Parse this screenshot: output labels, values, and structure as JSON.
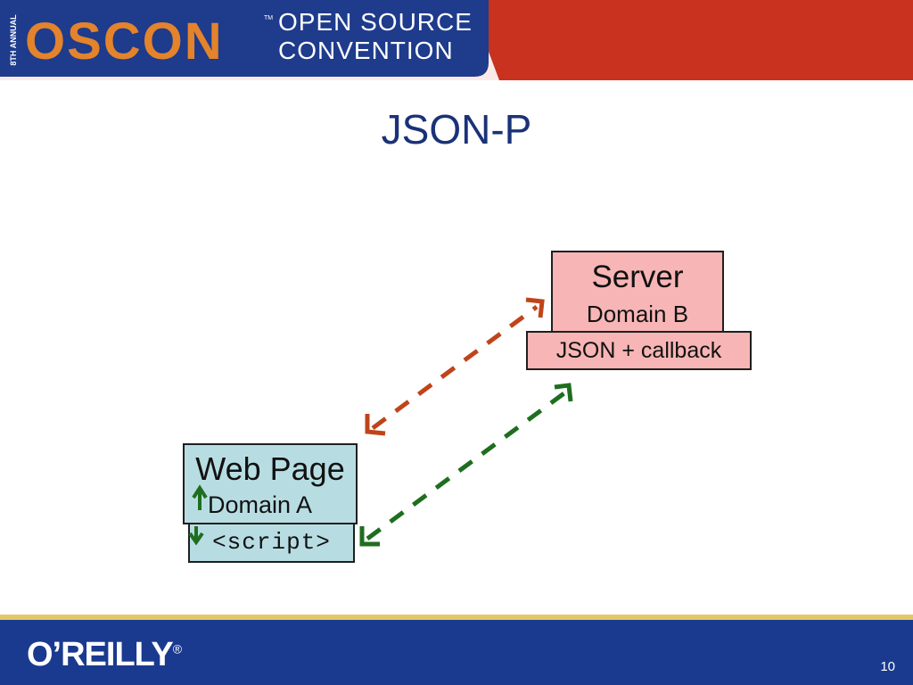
{
  "header": {
    "edition": "8TH ANNUAL",
    "logo": "OSCON",
    "trademark": "TM",
    "tagline_line1": "OPEN SOURCE",
    "tagline_line2": "CONVENTION"
  },
  "slide": {
    "title": "JSON-P"
  },
  "diagram": {
    "server": {
      "title": "Server",
      "subtitle": "Domain B"
    },
    "json_box": {
      "label": "JSON + callback"
    },
    "web_page": {
      "title": "Web Page",
      "subtitle": "Domain A"
    },
    "script_box": {
      "label": "<script>"
    }
  },
  "footer": {
    "publisher": "O’REILLY",
    "registered": "®",
    "page_number": "10"
  },
  "colors": {
    "banner_blue": "#1e3b8c",
    "banner_red": "#c8321e",
    "logo_orange": "#e3832b",
    "title_blue": "#1a3278",
    "server_fill": "#f8b5b5",
    "page_fill": "#b7dde3",
    "arrow_red": "#c0441a",
    "arrow_green": "#1f6e1f",
    "footer_blue": "#1a3a8f",
    "footer_gold": "#e3c76a"
  }
}
